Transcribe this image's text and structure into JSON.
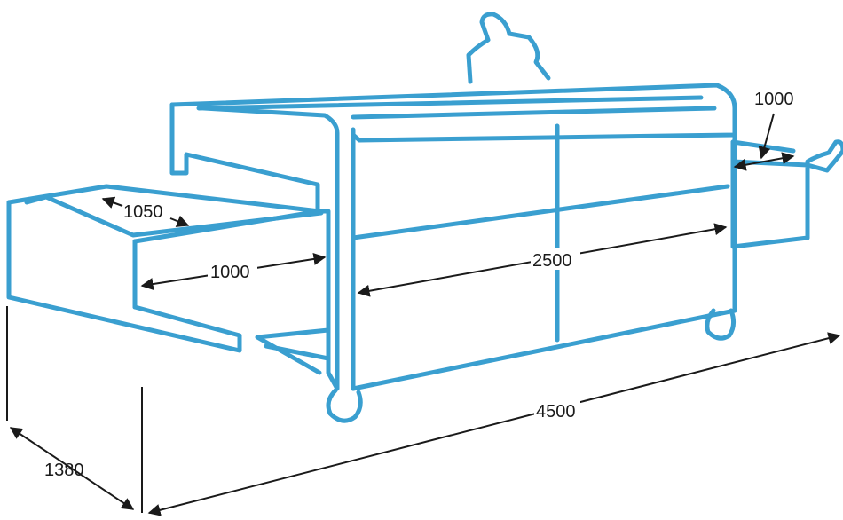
{
  "colors": {
    "machine": "#3a9fd0",
    "dimension": "#1a1a1a",
    "background": "#ffffff"
  },
  "dimensions": {
    "overall_length": "4500",
    "overall_width": "1380",
    "tunnel_length": "2500",
    "infeed_length": "1000",
    "infeed_width": "1050",
    "outfeed_length": "1000"
  }
}
